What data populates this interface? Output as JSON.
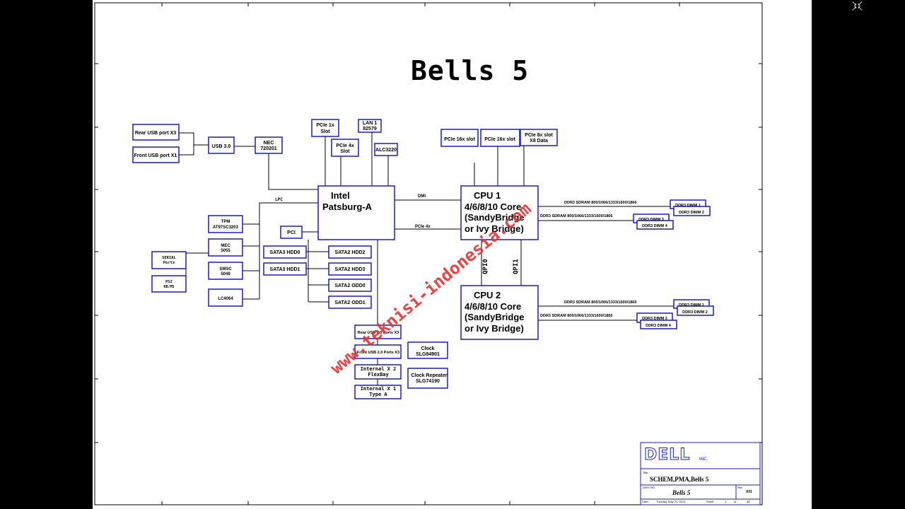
{
  "title": "Bells 5",
  "watermark": "www.teknisi-indonesia.com",
  "colors": {
    "box_stroke": "#1a1acc",
    "line": "#000000",
    "watermark": "#e53030",
    "background": "#000000"
  },
  "window_icon": "fullscreen-exit-icon",
  "blocks": {
    "rear_usb_x3": "Rear USB port X3",
    "front_usb_x1": "Front USB port X1",
    "usb30": "USB 3.0",
    "nec_1": "NEC",
    "nec_2": "720201",
    "pcie1x_1": "PCIe 1x",
    "pcie1x_2": "Slot",
    "pcie4x_1": "PCIe 4x",
    "pcie4x_2": "Slot",
    "lan_1": "LAN 1",
    "lan_2": "82579",
    "alc": "ALC3220",
    "pch_1": "Intel",
    "pch_2": "Patsburg-A",
    "tpm_1": "TPM",
    "tpm_2": "AT97SC3203",
    "pci": "PCI",
    "mec_1": "MEC",
    "mec_2": "5055",
    "smsc_1": "SMSC",
    "smsc_2": "5048",
    "lc": "LC4064",
    "serial_1": "SERIAL",
    "serial_2": "Ports",
    "ps2_1": "PS2",
    "ps2_2": "KB/MS",
    "sata3_hdd0": "SATA3 HDD0",
    "sata3_hdd1": "SATA3 HDD1",
    "sata2_hdd2": "SATA2 HDD2",
    "sata2_hdd3": "SATA2 HDD3",
    "sata2_odd0": "SATA2 ODD0",
    "sata2_odd1": "SATA2 ODD1",
    "rear_usb20": "Rear USB 2.0 Ports X3",
    "front_usb20": "Front USB 2.0 Ports X3",
    "int_x2_1": "Internal X 2",
    "int_x2_2": "FlexBay",
    "int_x1_1": "Internal X 1",
    "int_x1_2": "Type A",
    "clock_1": "Clock",
    "clock_2": "SLG84901",
    "clockrep_1": "Clock Repeater",
    "clockrep_2": "SLG74190",
    "pcie16_a": "PCIe 16x slot",
    "pcie16_b": "PCIe 16x slot",
    "pcie8_1": "PCIe 8x slot",
    "pcie8_2": "X8 Data",
    "cpu1": [
      "CPU 1",
      "4/6/8/10 Core",
      "(SandyBridge",
      "or Ivy Bridge)"
    ],
    "cpu2": [
      "CPU 2",
      "4/6/8/10 Core",
      "(SandyBridge",
      "or Ivy Bridge)"
    ],
    "dimm1": "DDR3 DIMM 1",
    "dimm2": "DDR3 DIMM 2",
    "dimm3": "DDR3 DIMM 3",
    "dimm4": "DDR3 DIMM 4"
  },
  "links": {
    "lpc": "LPC",
    "dmi": "DMI",
    "pcie4x": "PCIe 4x",
    "qpi0": "QPI0",
    "qpi1": "QPI1",
    "ddr3_speed": "DDR3 SDRAM 800/1066/1333/1600/1866"
  },
  "title_block": {
    "logo": "DELL",
    "logo_suffix": "INC.",
    "title_label": "Title",
    "title": "SCHEM,PMA,Bells 5",
    "dwg_label": "DWG NO.",
    "dwg": "Bells 5",
    "rev_label": "Rev",
    "rev": "X01",
    "date_label": "Date:",
    "date": "Tuesday, May 21, 2013",
    "sheet_label": "Sheet",
    "sheet": "1",
    "of": "of",
    "total": "88"
  }
}
